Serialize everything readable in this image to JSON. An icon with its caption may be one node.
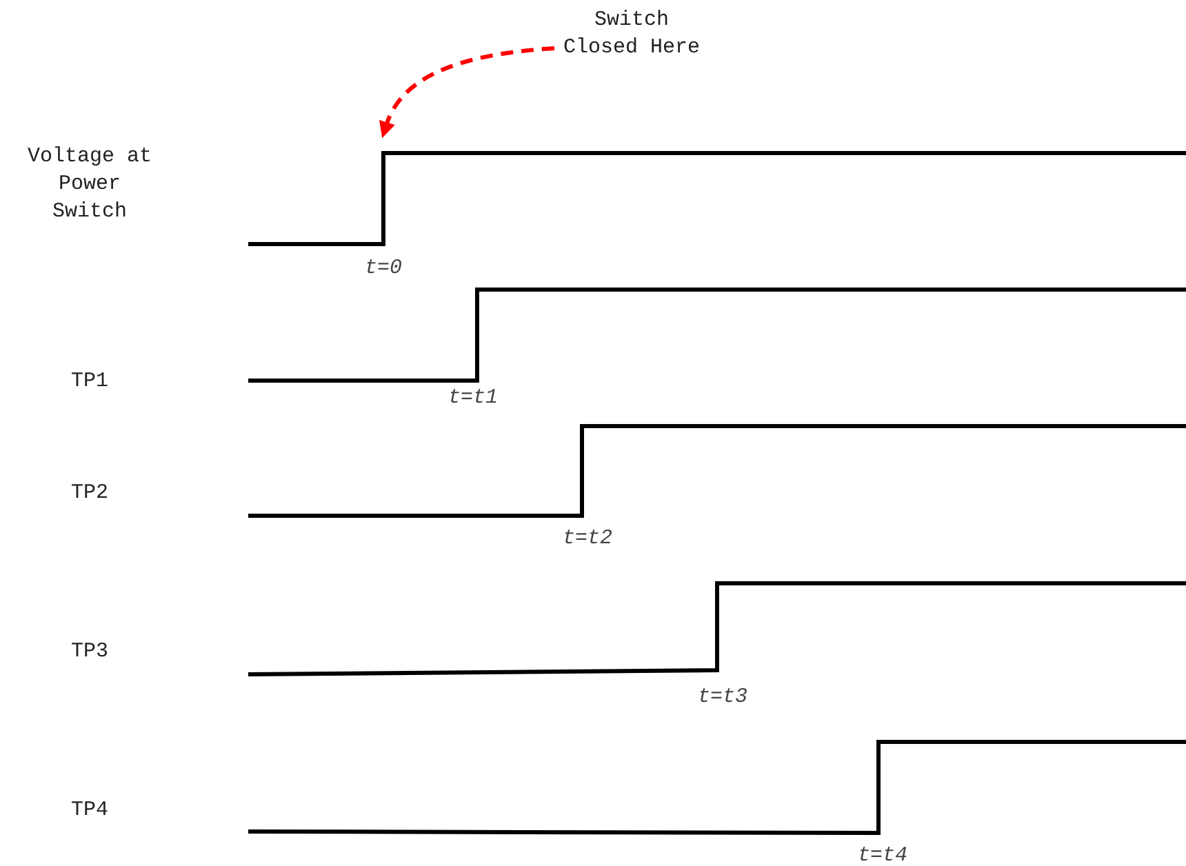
{
  "diagram": {
    "nodes": [
      {
        "text": [
          "Switch Closed Here"
        ]
      },
      {
        "text": [],
        "shape": "bar"
      }
    ],
    "edges": [
      {
        "from": 0,
        "to": 1,
        "arrow": "to",
        "style": "dashed",
        "color": "#ff0000"
      }
    ],
    "labels": [
      "Voltage at Power Switch",
      "t=0",
      "TP1",
      "t=t1",
      "TP2",
      "t=t2",
      "TP3",
      "t=t3",
      "TP4",
      "t=t4"
    ]
  }
}
